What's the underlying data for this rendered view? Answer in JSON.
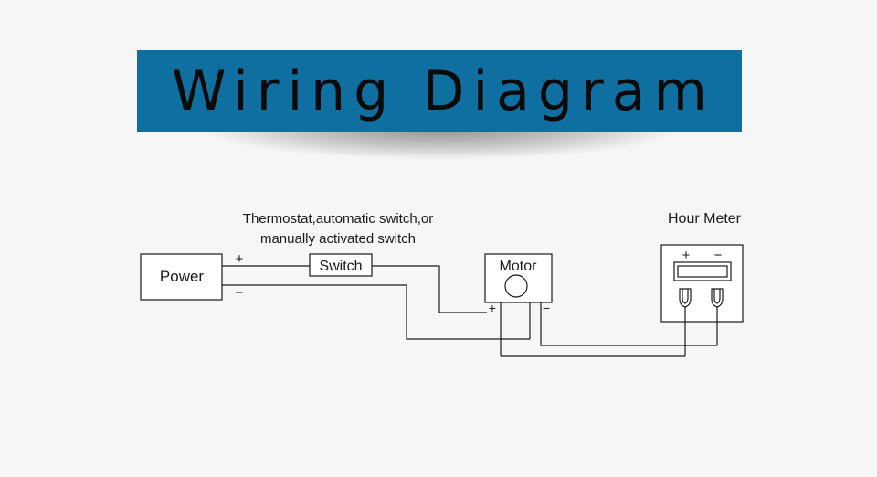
{
  "banner": {
    "title": "Wiring Diagram"
  },
  "labels": {
    "switch_caption_line1": "Thermostat,automatic switch,or",
    "switch_caption_line2": "manually activated switch",
    "hour_meter_caption": "Hour Meter"
  },
  "components": {
    "power": "Power",
    "switch": "Switch",
    "motor": "Motor"
  },
  "terminals": {
    "power_plus": "+",
    "power_minus": "−",
    "motor_plus": "+",
    "motor_minus": "−",
    "meter_plus": "+",
    "meter_minus": "−"
  },
  "colors": {
    "banner": "#0f6fa0",
    "line": "#1a1a1a",
    "background": "#f6f6f6"
  }
}
